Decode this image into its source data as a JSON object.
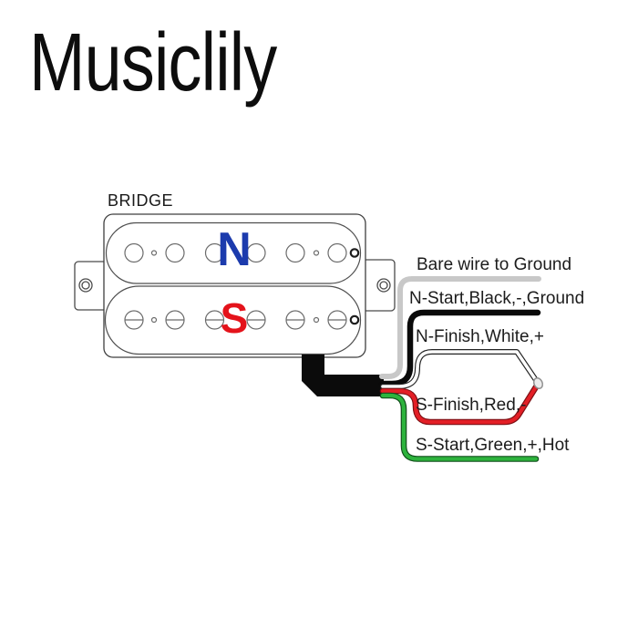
{
  "brand": {
    "logo": "Musiclily"
  },
  "diagram": {
    "pickup_label": "BRIDGE",
    "magnet": {
      "north": "N",
      "south": "S"
    },
    "wire_labels": {
      "bare": "Bare wire to Ground",
      "n_start": "N-Start,Black,-,Ground",
      "n_finish": "N-Finish,White,+",
      "s_finish": "S-Finish,Red,-",
      "s_start": "S-Start,Green,+,Hot"
    },
    "colors": {
      "north_letter": "#1c3bad",
      "south_letter": "#e4131b",
      "bare_wire": "#c8c8c8",
      "black_wire": "#0a0a0a",
      "white_wire_core": "#ffffff",
      "white_wire_outline": "#222222",
      "red_wire": "#e31f26",
      "red_wire_outline": "#7d0f13",
      "green_wire": "#2db33d",
      "green_wire_outline": "#124f1c",
      "cable": "#0b0b0b"
    }
  }
}
